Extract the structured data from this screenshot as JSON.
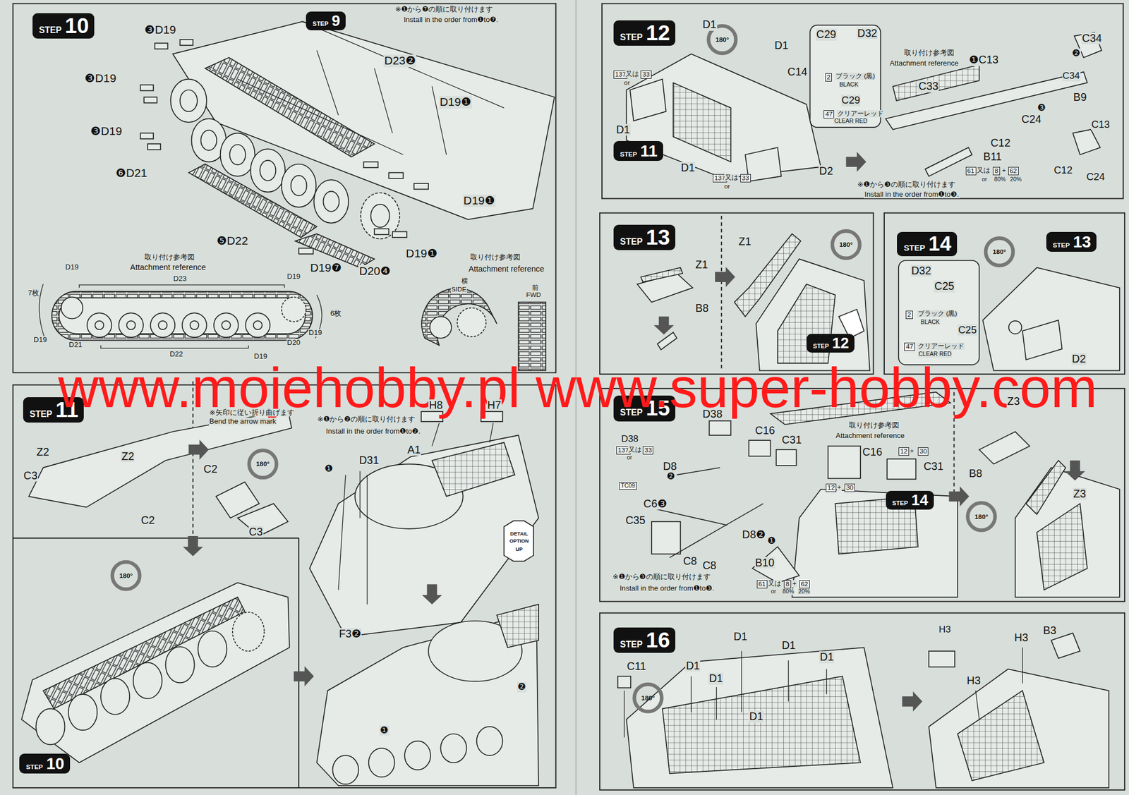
{
  "diagram": {
    "nodes": [
      {
        "text": [
          "STEP",
          "10"
        ]
      },
      {
        "text": [
          "STEP",
          "9"
        ]
      },
      {
        "text": [
          "STEP",
          "12"
        ]
      },
      {
        "text": [
          "STEP",
          "11"
        ]
      },
      {
        "text": [
          "STEP",
          "13"
        ]
      },
      {
        "text": [
          "STEP",
          "12"
        ]
      },
      {
        "text": [
          "STEP",
          "14"
        ]
      },
      {
        "text": [
          "STEP",
          "13"
        ]
      },
      {
        "text": [
          "STEP",
          "11"
        ]
      },
      {
        "text": [
          "STEP",
          "10"
        ]
      },
      {
        "text": [
          "STEP",
          "15"
        ]
      },
      {
        "text": [
          "STEP",
          "14"
        ]
      },
      {
        "text": [
          "STEP",
          "16"
        ]
      }
    ],
    "labels": [
      "※❶から❼の順に取り付けます",
      "Install in the order from❶to❼.",
      "❸D19",
      "❸D19",
      "❸D19",
      "D23❷",
      "D19❶",
      "D19❶",
      "❻D21",
      "❺D22",
      "D19❶",
      "D19❼",
      "D20❹",
      "取り付け参考図",
      "Attachment reference",
      "取り付け参考図",
      "Attachment reference",
      "D19",
      "D23",
      "D19",
      "7枚",
      "6枚",
      "D19",
      "D21",
      "D22",
      "D19",
      "D20",
      "D19",
      "横",
      "SIDE",
      "前",
      "FWD",
      "www.mojehobby.pl www.super-hobby.com",
      "D1",
      "137",
      "又は",
      "33",
      "or",
      "D1",
      "C14",
      "D1",
      "D1",
      "D2",
      "137",
      "又は",
      "33",
      "or",
      "C29",
      "D32",
      "2",
      "ブラック (黒)",
      "BLACK",
      "C29",
      "47",
      "クリアーレッド",
      "CLEAR RED",
      "取り付け参考図",
      "Attachment reference",
      "❶C13",
      "C34",
      "❷",
      "C34",
      "B9",
      "C13",
      "C12",
      "C24",
      "C33",
      "C24",
      "❸",
      "C12",
      "B11",
      "61",
      "又は",
      "8",
      "+",
      "62",
      "or",
      "80%",
      "20%",
      "※❶から❸の順に取り付けます",
      "Install in the order from❶to❸.",
      "180°",
      "Z1",
      "B8",
      "Z1",
      "180°",
      "D32",
      "C25",
      "2",
      "ブラック (黒)",
      "BLACK",
      "C25",
      "47",
      "クリアーレッド",
      "CLEAR RED",
      "D2",
      "180°",
      "※矢印に従い折り曲げます",
      "Bend the arrow mark",
      "Z2",
      "Z2",
      "C3",
      "C2",
      "C2",
      "C3",
      "180°",
      "180°",
      "※❶から❷の順に取り付けます",
      "Install in the order from❶to❷.",
      "H8",
      "H7",
      "❶",
      "D31",
      "A1",
      "F3❷",
      "DETAIL",
      "OPTION",
      "UP",
      "❶",
      "❷",
      "D38",
      "D38",
      "137",
      "又は",
      "33",
      "or",
      "TC09",
      "D8",
      "❷",
      "C6❸",
      "C35",
      "C8",
      "C8",
      "D8❷",
      "❶",
      "B10",
      "C16",
      "C31",
      "取り付け参考図",
      "Attachment reference",
      "C16",
      "C31",
      "12",
      "+",
      "30",
      "12",
      "+",
      "30",
      "61",
      "又は",
      "8",
      "+",
      "62",
      "or",
      "80%",
      "20%",
      "※❶から❸の順に取り付けます",
      "Install in the order from❶to❸.",
      "Z3",
      "B8",
      "Z3",
      "180°",
      "C11",
      "D1",
      "D1",
      "D1",
      "D1",
      "D1",
      "D1",
      "180°",
      "H3",
      "H3",
      "B3",
      "H3"
    ]
  }
}
